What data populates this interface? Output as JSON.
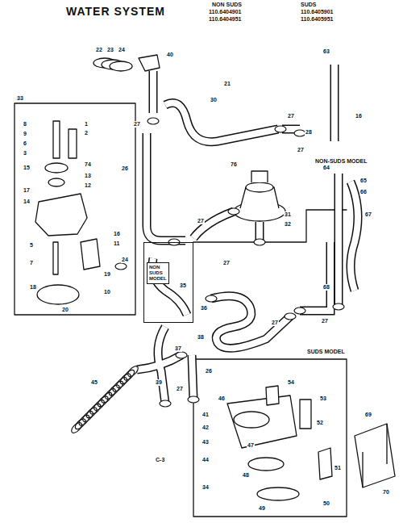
{
  "diagram": {
    "title": "WATER SYSTEM",
    "nodes": [
      {
        "text": [
          "NON SUDS MODEL"
        ]
      }
    ],
    "labels": [
      "NON SUDS",
      "SUDS",
      "110.6404901",
      "110.6405901",
      "110.6404951",
      "110.6405951",
      "22",
      "23",
      "24",
      "40",
      "21",
      "30",
      "27",
      "26",
      "27",
      "28",
      "27",
      "76",
      "31",
      "32",
      "27",
      "27",
      "24",
      "35",
      "33",
      "8",
      "9",
      "6",
      "3",
      "15",
      "17",
      "14",
      "5",
      "7",
      "18",
      "1",
      "2",
      "74",
      "13",
      "12",
      "16",
      "11",
      "19",
      "10",
      "20",
      "63",
      "16",
      "NON-SUDS MODEL",
      "64",
      "65",
      "66",
      "67",
      "68",
      "27",
      "27",
      "SUDS MODEL",
      "36",
      "38",
      "37",
      "39",
      "45",
      "27",
      "26",
      "C-3",
      "34",
      "41",
      "42",
      "43",
      "44",
      "46",
      "47",
      "48",
      "49",
      "50",
      "51",
      "52",
      "53",
      "54",
      "69",
      "70"
    ]
  }
}
